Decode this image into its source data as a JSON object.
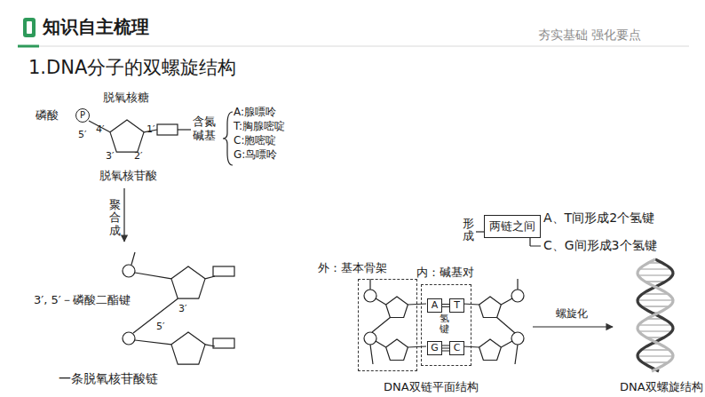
{
  "diagram": {
    "title": "1.DNA分子的双螺旋结构",
    "nodes": [
      {
        "text": [
          "P"
        ]
      },
      {
        "text": [
          "两链之间"
        ]
      },
      {
        "text": [
          "外：基本骨架"
        ]
      },
      {
        "text": [
          "内：碱基对"
        ]
      },
      {
        "text": [
          "A"
        ],
        "in": 3
      },
      {
        "text": [
          "T"
        ],
        "in": 3
      },
      {
        "text": [
          "G"
        ],
        "in": 3
      },
      {
        "text": [
          "C"
        ],
        "in": 3
      }
    ],
    "edges": [
      {
        "from": 4,
        "to": 5,
        "arrow": "none"
      },
      {
        "from": 6,
        "to": 7,
        "arrow": "none"
      }
    ],
    "labels": [
      "知识自主梳理",
      "夯实基础 强化要点",
      "脱氧核糖",
      "磷酸",
      "5′",
      "4′",
      "3′",
      "2′",
      "1′",
      "含氮碱基",
      "A:腺嘌呤",
      "T:胸腺嘧啶",
      "C:胞嘧啶",
      "G:鸟嘌呤",
      "脱氧核苷酸",
      "聚合成",
      "3′",
      "3′, 5′－磷酸二酯键",
      "5′",
      "一条脱氧核苷酸链",
      "形成",
      "A、T间形成2个氢键",
      "C、G间形成3个氢键",
      "氢键",
      "DNA双链平面结构",
      "螺旋化",
      "DNA双螺旋结构"
    ]
  }
}
